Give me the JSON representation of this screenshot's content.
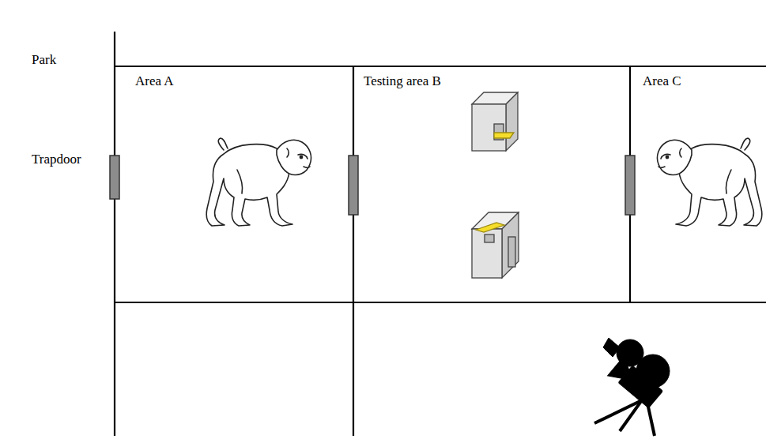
{
  "diagram": {
    "nodes": [
      {
        "text": [
          "Area A"
        ]
      },
      {
        "text": [
          "Testing area B"
        ]
      },
      {
        "text": [
          "Area C"
        ]
      }
    ],
    "edges": [],
    "labels": [
      "Park",
      "Trapdoor"
    ]
  }
}
